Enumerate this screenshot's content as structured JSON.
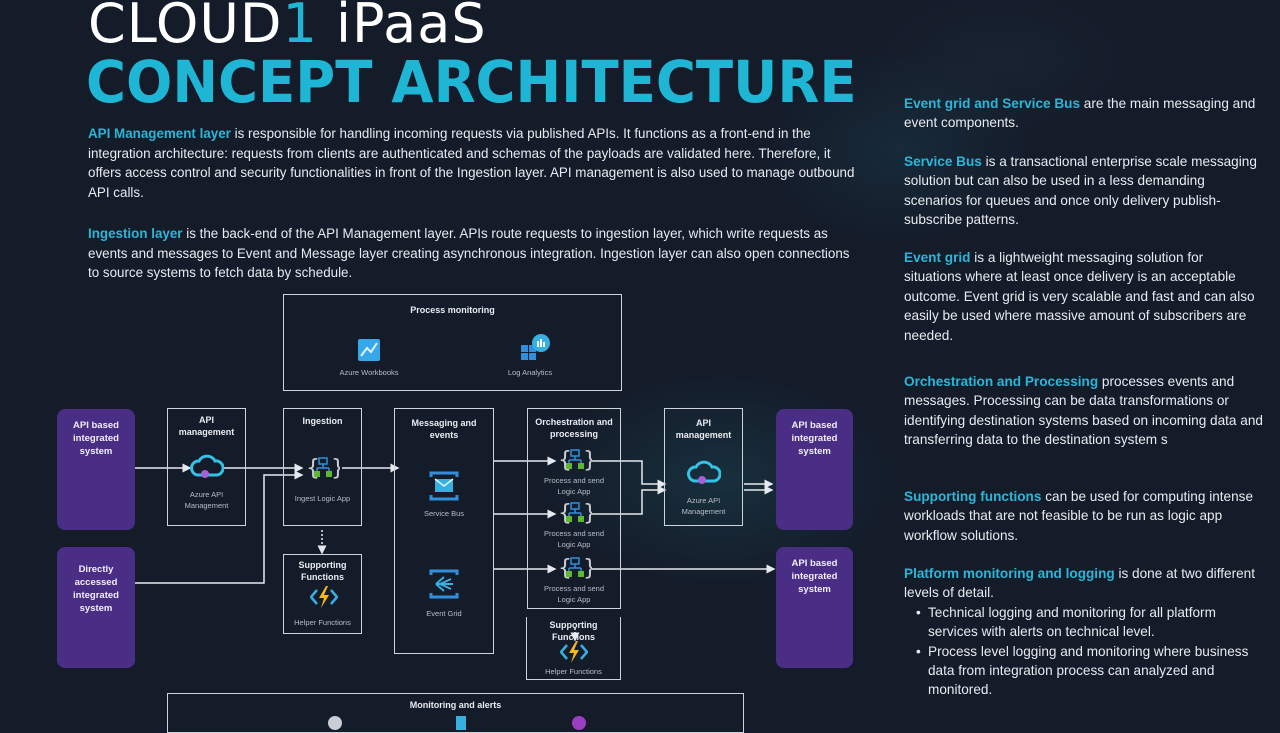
{
  "header": {
    "brand_prefix": "CLOUD",
    "brand_number": "1",
    "brand_suffix": " iPaaS",
    "subtitle": "CONCEPT ARCHITECTURE"
  },
  "intro": {
    "api_management": {
      "highlight": "API Management layer",
      "text": " is responsible for handling incoming requests via published APIs. It functions as a front-end in the integration architecture: requests from clients are authenticated and schemas of the payloads are validated here. Therefore, it offers access control and security functionalities in front of the Ingestion layer. API management is also used to manage outbound API calls."
    },
    "ingestion": {
      "highlight": "Ingestion layer",
      "text": " is the back-end of the API Management layer. APIs route requests to ingestion layer, which write requests as events and messages to Event and Message layer creating asynchronous integration. Ingestion layer can also open connections to source systems to fetch data by schedule."
    }
  },
  "sidebar": {
    "event_grid_service_bus": {
      "highlight": "Event grid and Service Bus",
      "text": " are the main messaging and event components."
    },
    "service_bus": {
      "highlight": "Service Bus",
      "text": " is a transactional enterprise scale messaging solution but can also be used in a less demanding scenarios for queues and once only delivery publish-subscribe patterns."
    },
    "event_grid": {
      "highlight": "Event grid",
      "text": " is a lightweight messaging solution for situations where at least once delivery is an acceptable outcome. Event grid is very scalable and fast and can also easily be used where massive amount of subscribers are needed."
    },
    "orchestration": {
      "highlight": "Orchestration and Processing",
      "text": " processes events and messages. Processing can be data transformations or identifying destination systems based on incoming data and transferring data to the destination system s"
    },
    "supporting": {
      "highlight": "Supporting functions",
      "text": " can be used for computing intense workloads that are not feasible to be run as logic app workflow solutions."
    },
    "monitoring": {
      "highlight": "Platform monitoring and logging",
      "text": " is done at two different levels of detail.",
      "bullets": [
        "Technical logging and monitoring for all platform services with alerts on technical level.",
        "Process level logging and monitoring where business data from integration process can analyzed and monitored."
      ]
    }
  },
  "diagram": {
    "process_monitoring": {
      "title": "Process monitoring",
      "workbooks": "Azure Workbooks",
      "log_analytics": "Log Analytics"
    },
    "source_api_system": "API based integrated system",
    "source_direct_system": "Directly accessed integrated system",
    "api_mgmt_in": {
      "title": "API management",
      "label": "Azure API Management"
    },
    "ingestion": {
      "title": "Ingestion",
      "label": "Ingest Logic App"
    },
    "supporting_left": {
      "title": "Supporting Functions",
      "label": "Helper Functions"
    },
    "messaging": {
      "title": "Messaging and events",
      "service_bus": "Service Bus",
      "event_grid": "Event Grid"
    },
    "orchestration": {
      "title": "Orchestration and processing",
      "apps": [
        "Process and send Logic App",
        "Process and send Logic App",
        "Process and send Logic App"
      ]
    },
    "supporting_right": {
      "title": "Supporting Functions",
      "label": "Helper Functions"
    },
    "api_mgmt_out": {
      "title": "API management",
      "label": "Azure API Management"
    },
    "target_system_1": "API based integrated system",
    "target_system_2": "API based integrated system",
    "monitoring_alerts": {
      "title": "Monitoring and alerts"
    }
  },
  "colors": {
    "accent": "#1fb6d6",
    "system": "#4a2e86",
    "background": "#141b29"
  }
}
